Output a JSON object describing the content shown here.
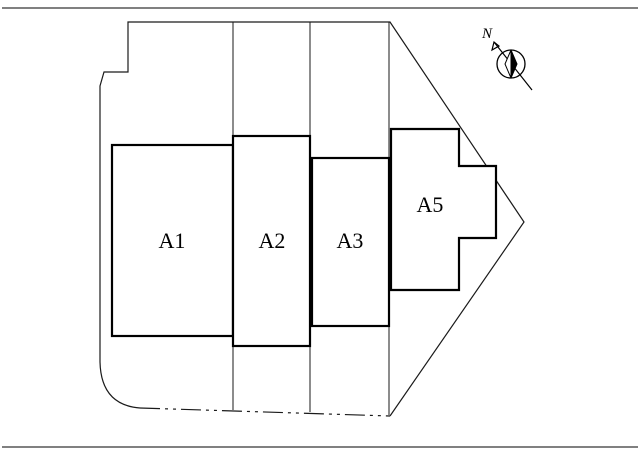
{
  "drawing": {
    "type": "architectural-site-plan"
  },
  "buildings": [
    {
      "id": "A1",
      "label": "A1"
    },
    {
      "id": "A2",
      "label": "A2"
    },
    {
      "id": "A3",
      "label": "A3"
    },
    {
      "id": "A5",
      "label": "A5"
    }
  ],
  "compass": {
    "label": "N"
  },
  "colors": {
    "line": "#000000",
    "background": "#ffffff"
  }
}
